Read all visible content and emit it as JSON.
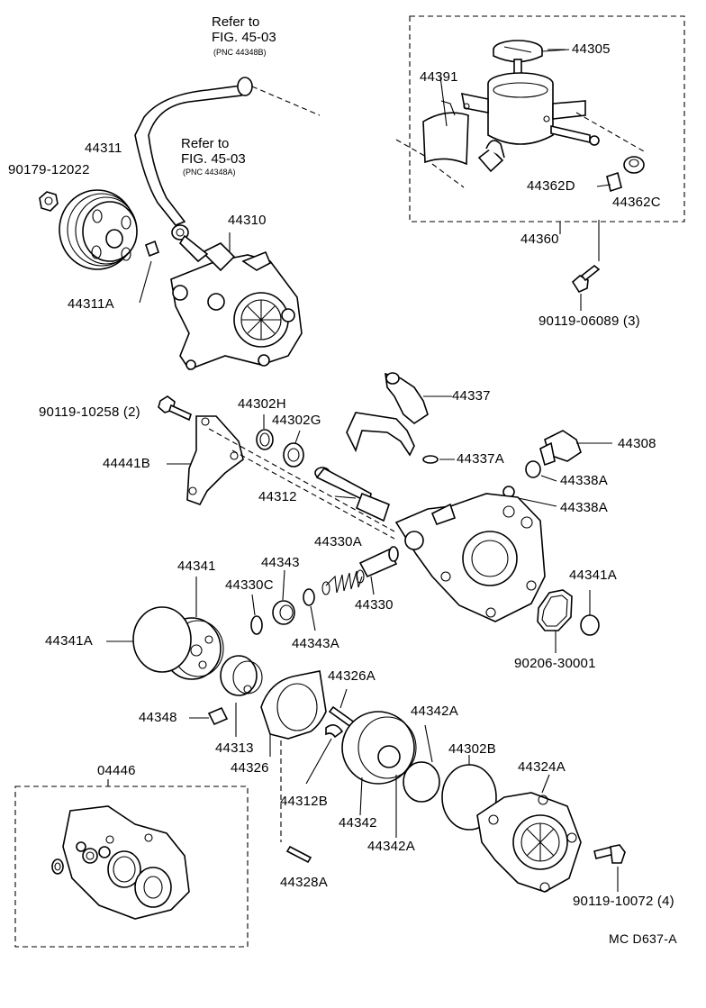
{
  "refs": {
    "ref1": {
      "line1": "Refer to",
      "line2": "FIG. 45-03",
      "pnc": "(PNC 44348B)"
    },
    "ref2": {
      "line1": "Refer to",
      "line2": "FIG. 45-03",
      "pnc": "(PNC 44348A)"
    }
  },
  "labels": {
    "l44305": "44305",
    "l44391": "44391",
    "l44362D": "44362D",
    "l44362C": "44362C",
    "l44360": "44360",
    "l90119_06089": "90119-06089 (3)",
    "l44311": "44311",
    "l90179_12022": "90179-12022",
    "l44310": "44310",
    "l44311A": "44311A",
    "l90119_10258": "90119-10258 (2)",
    "l44302H": "44302H",
    "l44302G": "44302G",
    "l44337": "44337",
    "l44441B": "44441B",
    "l44337A": "44337A",
    "l44308": "44308",
    "l44338A_1": "44338A",
    "l44312": "44312",
    "l44338A_2": "44338A",
    "l44330A": "44330A",
    "l44341": "44341",
    "l44343": "44343",
    "l44330C": "44330C",
    "l44330": "44330",
    "l44341A_1": "44341A",
    "l44343A": "44343A",
    "l44341A_2": "44341A",
    "l90206_30001": "90206-30001",
    "l44326A": "44326A",
    "l44348": "44348",
    "l44342A_1": "44342A",
    "l44313": "44313",
    "l44326": "44326",
    "l44302B": "44302B",
    "l04446": "04446",
    "l44324A": "44324A",
    "l44312B": "44312B",
    "l44342": "44342",
    "l44342A_2": "44342A",
    "l90119_10072": "90119-10072 (4)",
    "l44328A": "44328A"
  },
  "footer_code": "MC  D637-A"
}
